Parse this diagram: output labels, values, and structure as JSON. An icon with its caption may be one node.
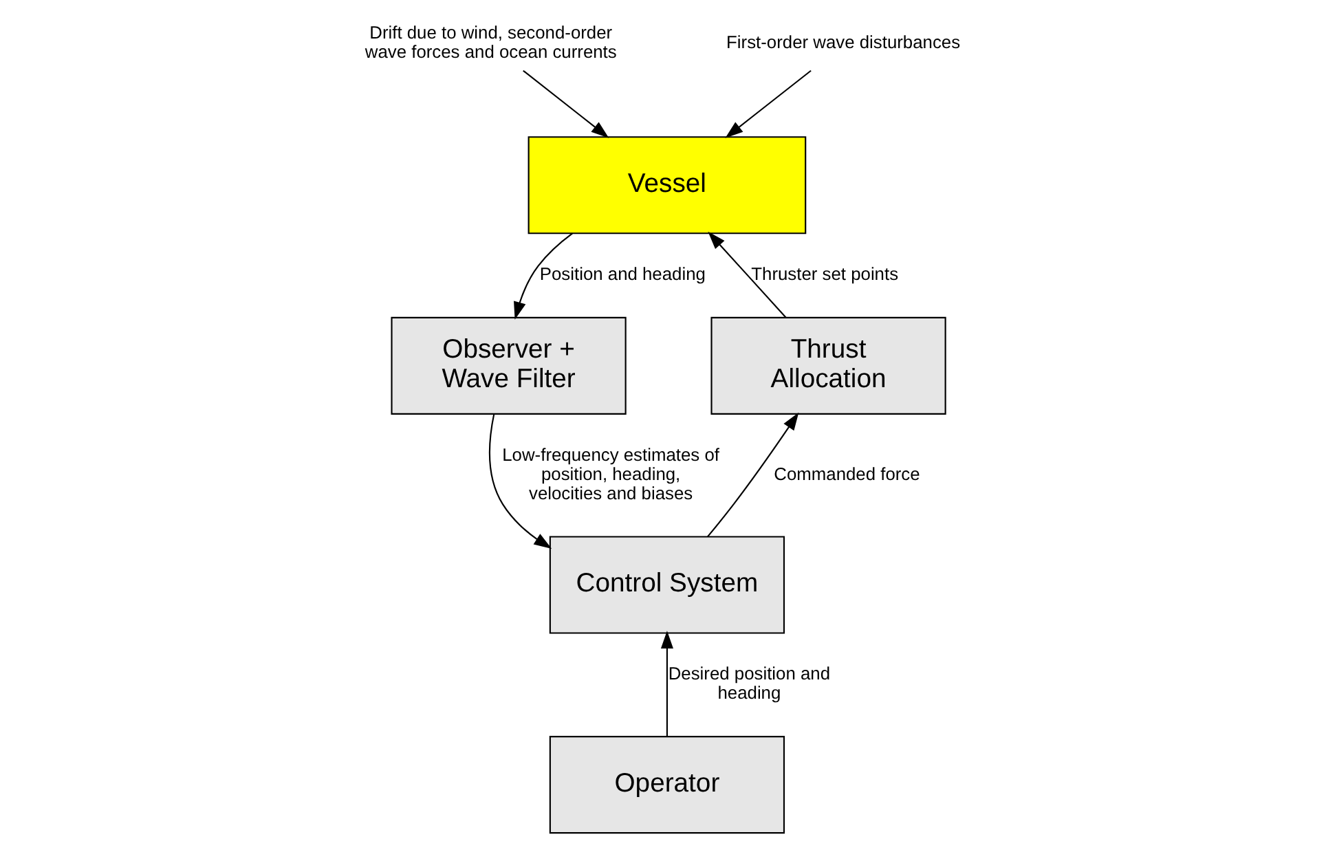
{
  "diagram": {
    "nodes": [
      {
        "text": [
          "Vessel"
        ]
      },
      {
        "text": [
          "Observer + Wave Filter"
        ]
      },
      {
        "text": [
          "Control System"
        ]
      },
      {
        "text": [
          "Thrust Allocation"
        ]
      },
      {
        "text": [
          "Operator"
        ]
      },
      {
        "text": [
          "Drift due to wind, second-order wave forces and ocean currents"
        ]
      },
      {
        "text": [
          "First-order wave disturbances"
        ]
      }
    ],
    "edges": [
      {
        "from": 5,
        "to": 0,
        "arrow": "to"
      },
      {
        "from": 6,
        "to": 0,
        "arrow": "to"
      },
      {
        "from": 0,
        "to": 1,
        "arrow": "to",
        "label": "Position and heading"
      },
      {
        "from": 1,
        "to": 2,
        "arrow": "to",
        "label": "Low-frequency estimates of position, heading, velocities and biases"
      },
      {
        "from": 2,
        "to": 3,
        "arrow": "to",
        "label": "Commanded force"
      },
      {
        "from": 3,
        "to": 0,
        "arrow": "to",
        "label": "Thruster set points"
      },
      {
        "from": 4,
        "to": 2,
        "arrow": "to",
        "label": "Desired position and heading"
      }
    ]
  }
}
